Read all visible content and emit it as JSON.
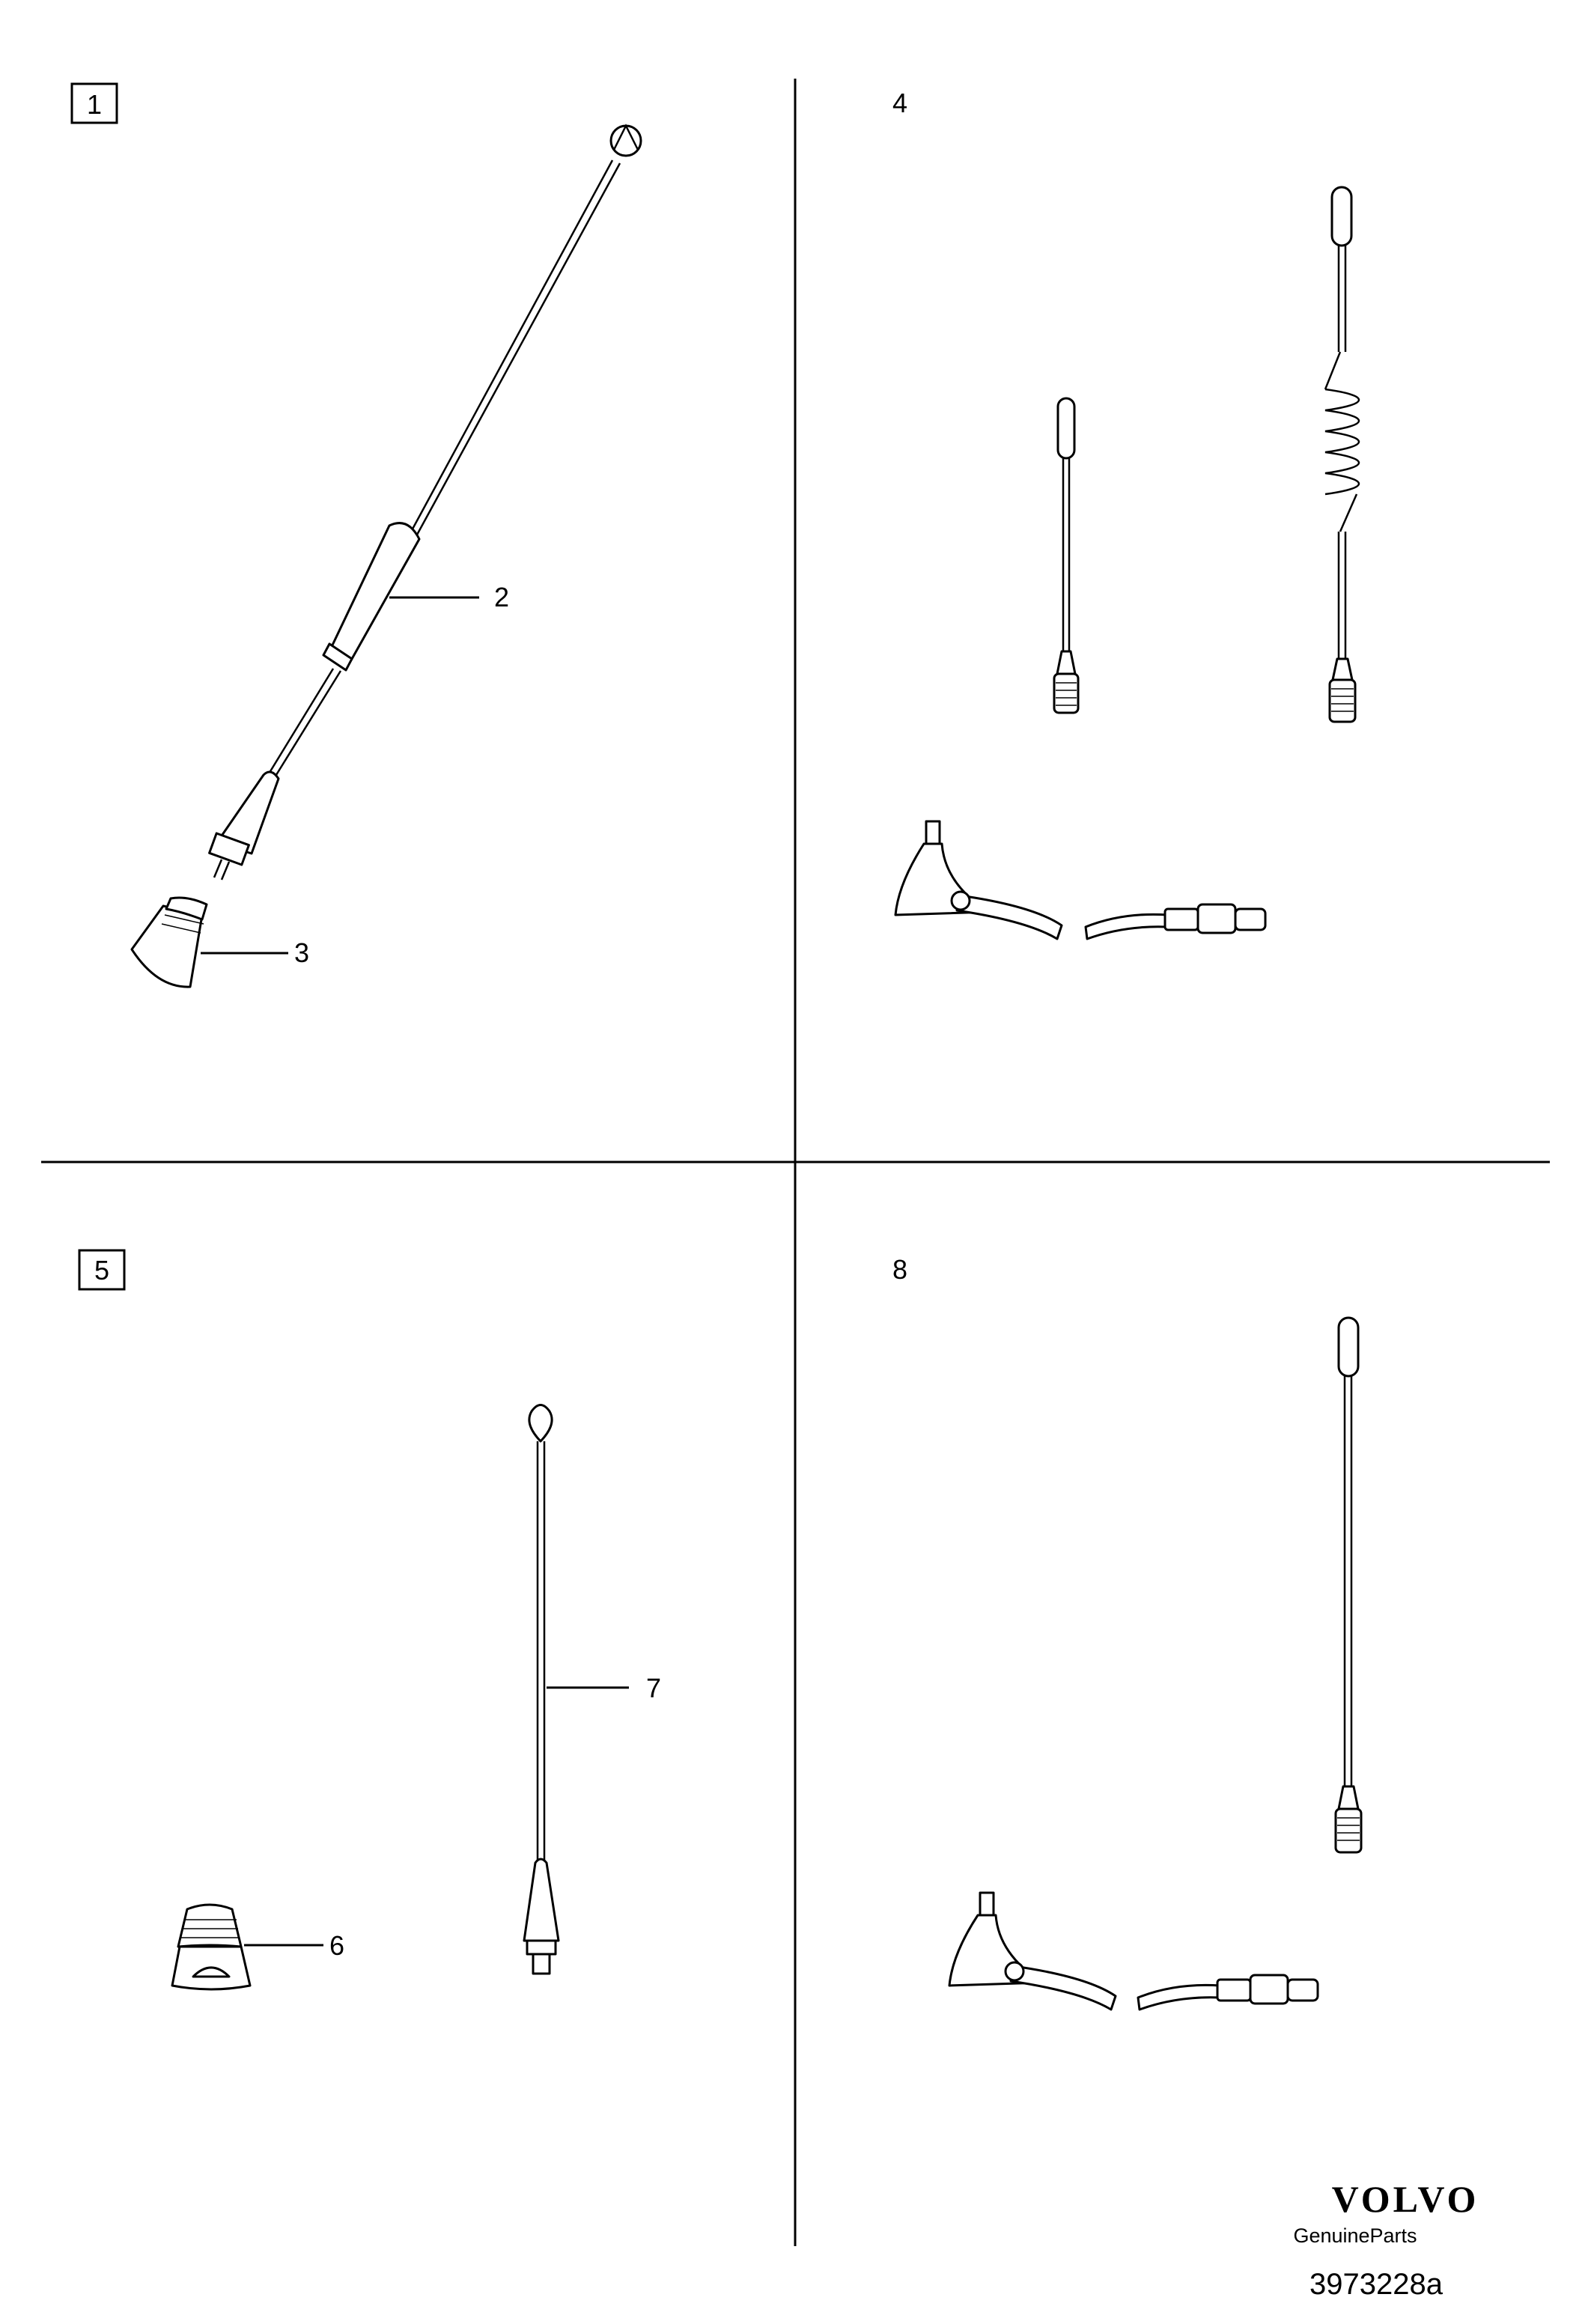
{
  "panels": [
    {
      "id": "panel-1",
      "marker": "1",
      "boxed": true
    },
    {
      "id": "panel-4",
      "marker": "4",
      "boxed": false
    },
    {
      "id": "panel-5",
      "marker": "5",
      "boxed": true
    },
    {
      "id": "panel-8",
      "marker": "8",
      "boxed": false
    }
  ],
  "callouts": [
    "2",
    "3",
    "6",
    "7"
  ],
  "footer": {
    "brand": "VOLVO",
    "subtitle": "GenuineParts",
    "reference": "3973228a"
  },
  "icons": [
    "rod-antenna-icon",
    "spring-antenna-icon",
    "antenna-base-icon",
    "cable-connector-icon"
  ]
}
